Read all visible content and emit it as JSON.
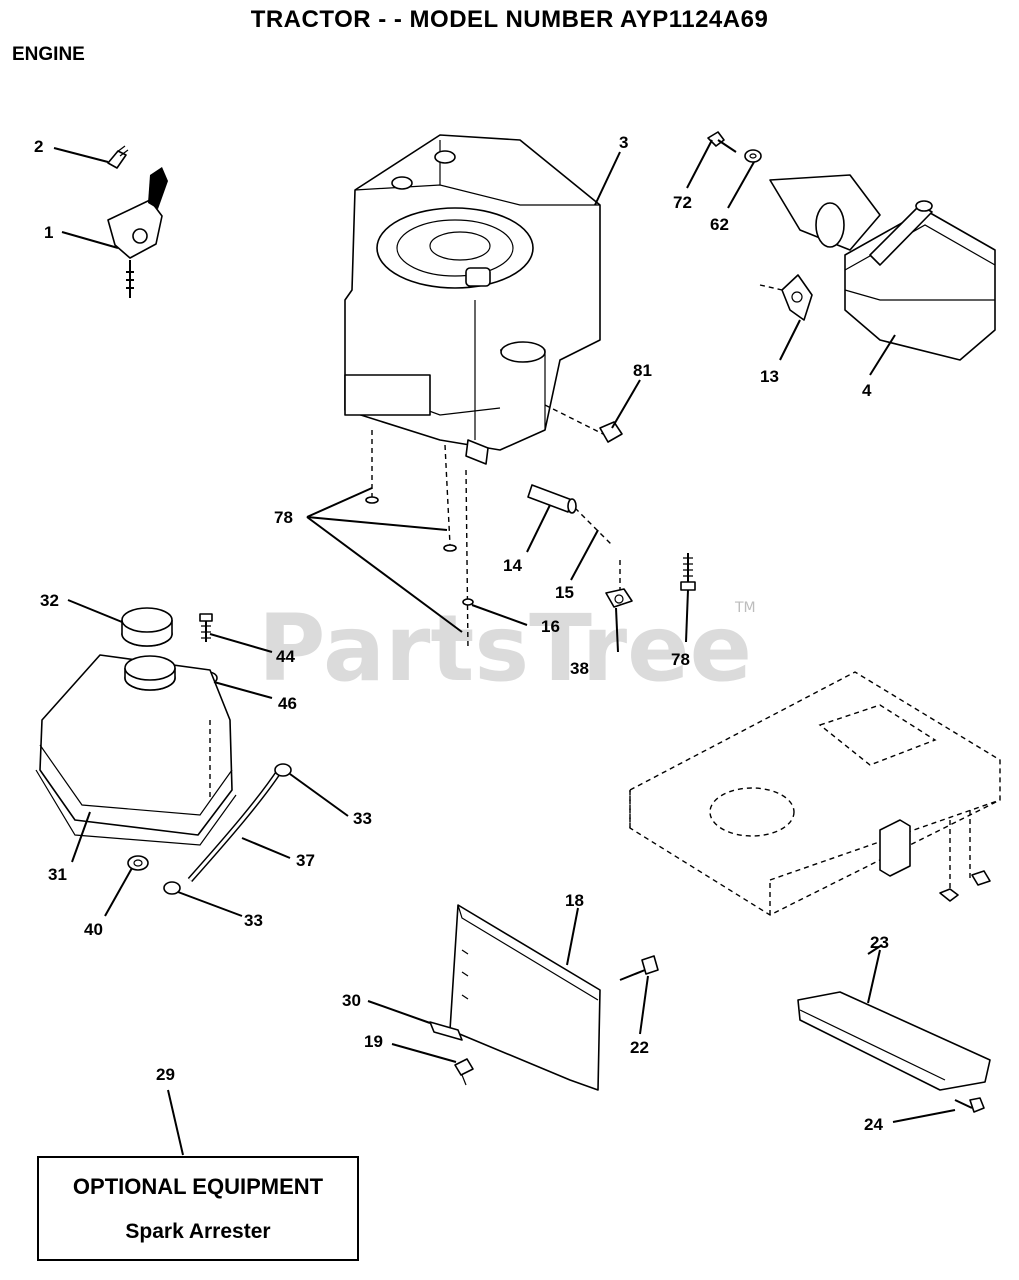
{
  "header": {
    "title": "TRACTOR - - MODEL NUMBER AYP1124A69",
    "section": "ENGINE"
  },
  "watermark": {
    "text": "PartsTree",
    "tm": "TM"
  },
  "callouts": [
    "1",
    "2",
    "3",
    "4",
    "13",
    "14",
    "15",
    "16",
    "18",
    "19",
    "22",
    "23",
    "24",
    "29",
    "30",
    "31",
    "32",
    "33",
    "33",
    "37",
    "38",
    "40",
    "44",
    "46",
    "62",
    "72",
    "78",
    "78",
    "81"
  ],
  "optional_box": {
    "title": "OPTIONAL EQUIPMENT",
    "subtitle": "Spark Arrester"
  },
  "colors": {
    "ink": "#000000",
    "paper": "#ffffff",
    "watermark": "#cfcfcf"
  }
}
